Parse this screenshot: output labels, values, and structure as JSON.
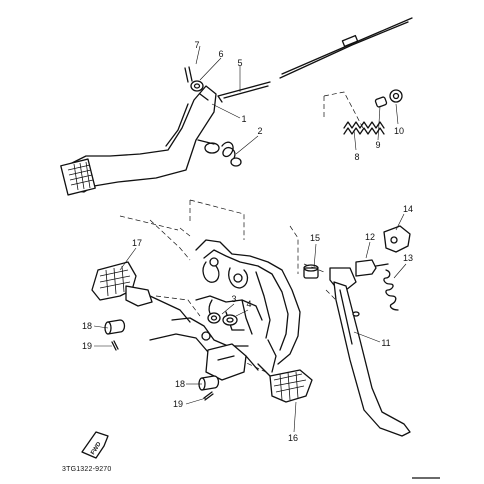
{
  "callouts": {
    "c1": "1",
    "c2": "2",
    "c3": "3",
    "c4": "4",
    "c5": "5",
    "c6": "6",
    "c7": "7",
    "c8": "8",
    "c9": "9",
    "c10": "10",
    "c11": "11",
    "c12": "12",
    "c13": "13",
    "c14": "14",
    "c15": "15",
    "c16": "16",
    "c17": "17",
    "c18a": "18",
    "c18b": "18",
    "c19a": "19",
    "c19b": "19"
  },
  "direction_label": "FWD",
  "drawing_code": "3TG1322-9270"
}
